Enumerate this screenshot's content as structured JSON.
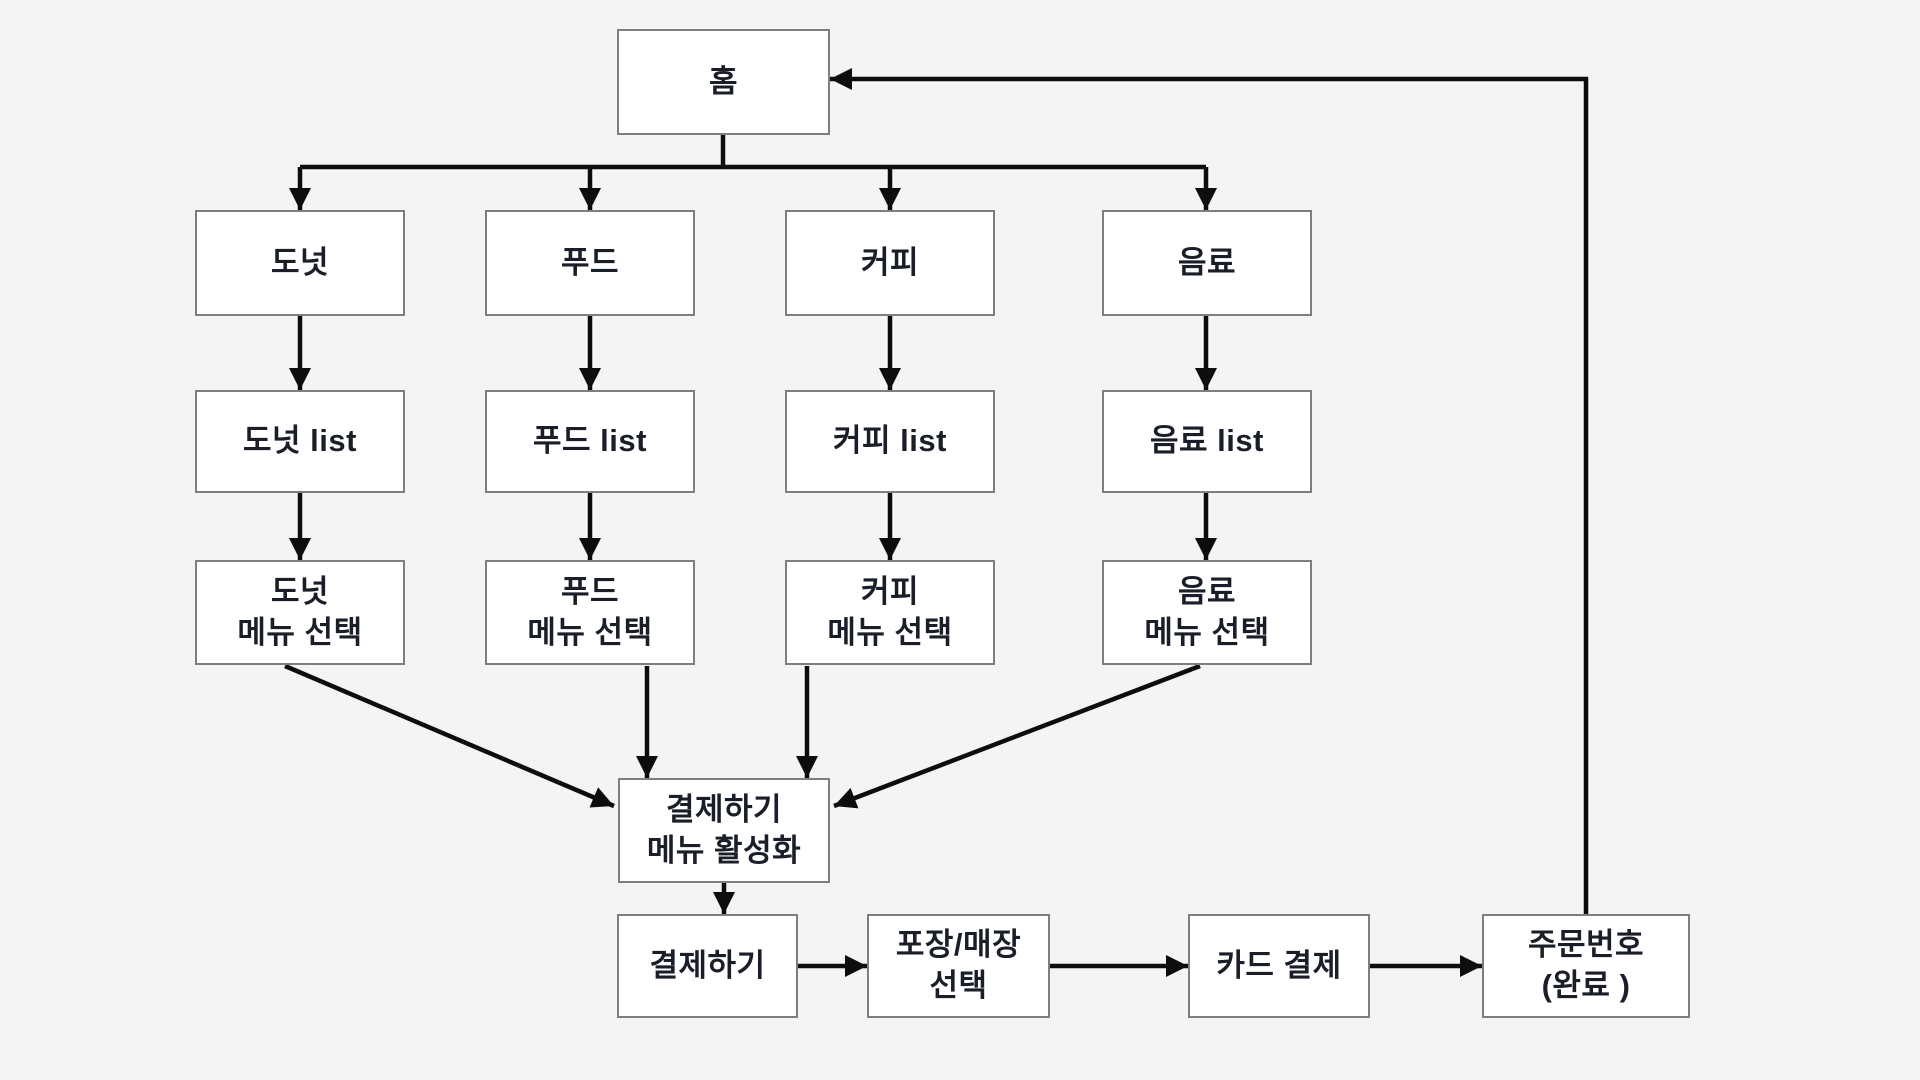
{
  "page": {
    "background_color": "#f4f4f4",
    "box_fill": "#ffffff",
    "box_border_color": "#7e7e7e",
    "text_color": "#1a1e28",
    "line_color": "#0d0d0d"
  },
  "nodes": {
    "home": {
      "label": "홈"
    },
    "donut": {
      "label": "도넛"
    },
    "food": {
      "label": "푸드"
    },
    "coffee": {
      "label": "커피"
    },
    "beverage": {
      "label": "음료"
    },
    "donut_list": {
      "label": "도넛 list"
    },
    "food_list": {
      "label": "푸드 list"
    },
    "coffee_list": {
      "label": "커피 list"
    },
    "beverage_list": {
      "label": "음료 list"
    },
    "donut_select": {
      "label": "도넛\n메뉴 선택"
    },
    "food_select": {
      "label": "푸드\n메뉴 선택"
    },
    "coffee_select": {
      "label": "커피\n메뉴 선택"
    },
    "beverage_select": {
      "label": "음료\n메뉴 선택"
    },
    "pay_activate": {
      "label": "결제하기\n메뉴 활성화"
    },
    "pay": {
      "label": "결제하기"
    },
    "pickup_select": {
      "label": "포장/매장\n선택"
    },
    "card_pay": {
      "label": "카드 결제"
    },
    "order_number": {
      "label": "주문번호\n(완료 )"
    }
  },
  "edges": [
    {
      "from": "home",
      "to": "donut"
    },
    {
      "from": "home",
      "to": "food"
    },
    {
      "from": "home",
      "to": "coffee"
    },
    {
      "from": "home",
      "to": "beverage"
    },
    {
      "from": "donut",
      "to": "donut_list"
    },
    {
      "from": "food",
      "to": "food_list"
    },
    {
      "from": "coffee",
      "to": "coffee_list"
    },
    {
      "from": "beverage",
      "to": "beverage_list"
    },
    {
      "from": "donut_list",
      "to": "donut_select"
    },
    {
      "from": "food_list",
      "to": "food_select"
    },
    {
      "from": "coffee_list",
      "to": "coffee_select"
    },
    {
      "from": "beverage_list",
      "to": "beverage_select"
    },
    {
      "from": "donut_select",
      "to": "pay_activate"
    },
    {
      "from": "food_select",
      "to": "pay_activate"
    },
    {
      "from": "coffee_select",
      "to": "pay_activate"
    },
    {
      "from": "beverage_select",
      "to": "pay_activate"
    },
    {
      "from": "pay_activate",
      "to": "pay"
    },
    {
      "from": "pay",
      "to": "pickup_select"
    },
    {
      "from": "pickup_select",
      "to": "card_pay"
    },
    {
      "from": "card_pay",
      "to": "order_number"
    },
    {
      "from": "order_number",
      "to": "home"
    }
  ]
}
